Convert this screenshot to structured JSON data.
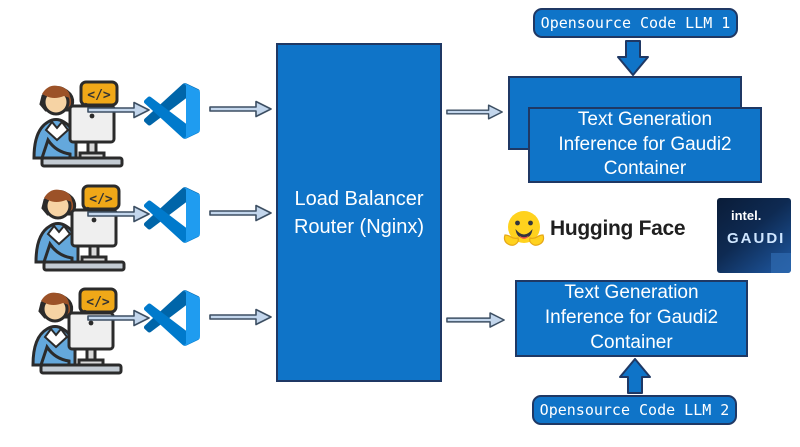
{
  "diagram": {
    "load_balancer": {
      "label": "Load Balancer Router (Nginx)"
    },
    "llm1": {
      "label": "Opensource Code LLM 1"
    },
    "llm2": {
      "label": "Opensource Code LLM 2"
    },
    "tgi_top": {
      "label": "Text Generation Inference for Gaudi2 Container"
    },
    "tgi_bottom": {
      "label": "Text Generation Inference for Gaudi2 Container"
    },
    "hugging_face": {
      "label": "Hugging Face"
    },
    "intel_gaudi": {
      "brand": "intel.",
      "product": "GAUDI"
    },
    "dev_bubble_code": "</>",
    "colors": {
      "box_fill": "#0F74C8",
      "box_border": "#1F3864",
      "arrow_fill": "#C3D6EC",
      "arrow_stroke": "#3D4F63",
      "vscode_blue": "#007ACC",
      "hf_yellow": "#FFD21E",
      "gaudi_navy": "#0E2A52"
    }
  }
}
